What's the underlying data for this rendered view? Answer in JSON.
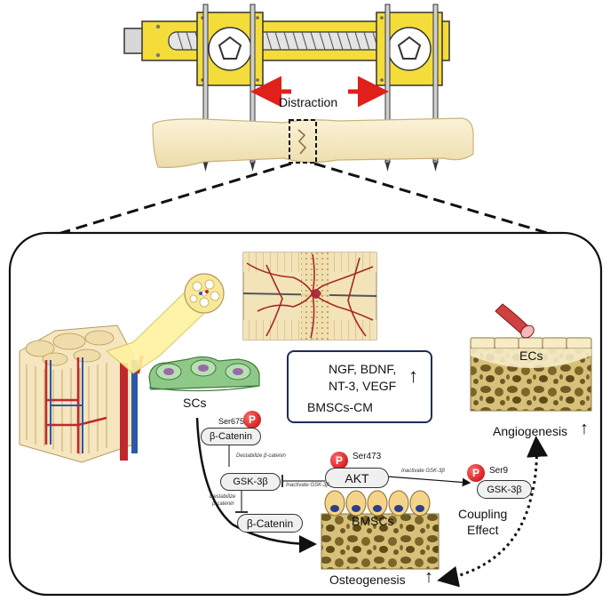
{
  "labels": {
    "distraction": "Distraction",
    "scs": "SCs",
    "factors_line1": "NGF, BDNF,",
    "factors_line2": "NT-3, VEGF",
    "up_arrow": "↑",
    "bmscs_cm": "BMSCs-CM",
    "ecs": "ECs",
    "angiogenesis": "Angiogenesis",
    "bmscs": "BMSCs",
    "coupling_line1": "Coupling",
    "coupling_line2": "Effect",
    "osteogenesis": "Osteogenesis"
  },
  "signaling": {
    "ser675": "Ser675",
    "beta_catenin_top": "β-Catenin",
    "destabilize_top": "Destabilize β-catenin",
    "gsk3b_left": "GSK-3β",
    "destabilize_left_line1": "Destabilize",
    "destabilize_left_line2": "β-catenin",
    "beta_catenin_bottom": "β-Catenin",
    "ser473": "Ser473",
    "akt": "AKT",
    "inactivate_left": "Inactivate GSK-3β",
    "inactivate_right": "Inactivate GSK-3β",
    "ser9": "Ser9",
    "gsk3b_right": "GSK-3β",
    "phospho": "P"
  },
  "colors": {
    "fixator_yellow": "#f4dc3a",
    "bone": "#f6ebc6",
    "arrow_red": "#e0201a",
    "phospho_red": "#d40000",
    "box_border": "#1c2e55",
    "vessel_red": "#c0282c"
  }
}
